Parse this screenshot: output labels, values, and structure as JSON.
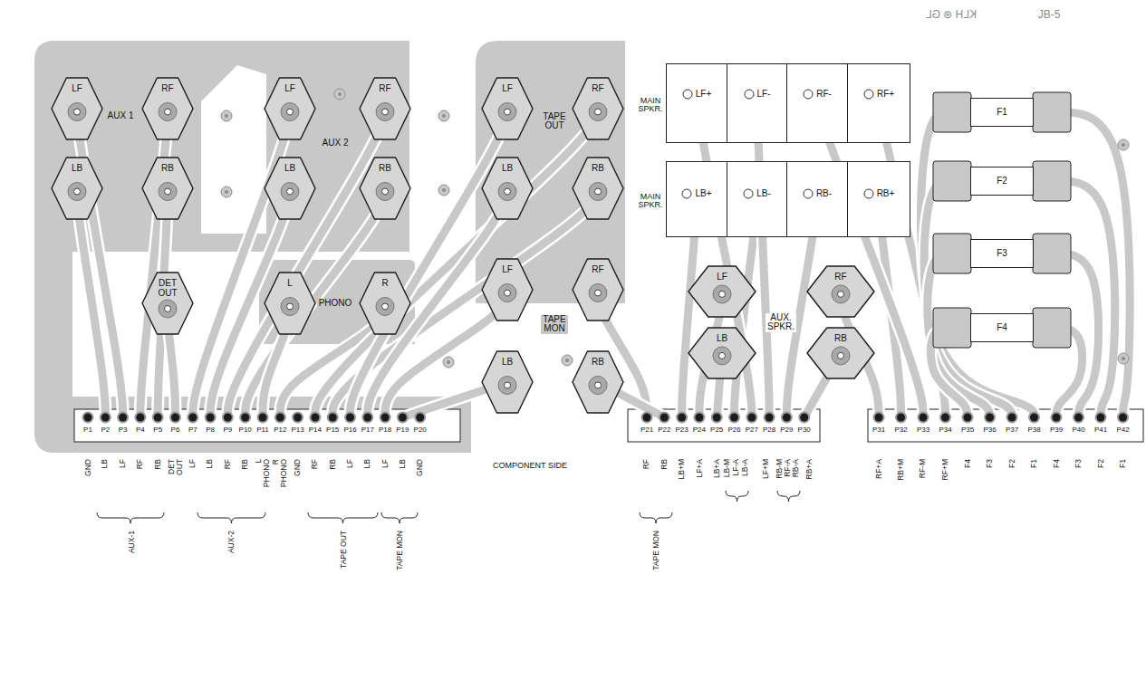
{
  "diagram": {
    "nodes": [
      {
        "text": [
          "LF"
        ]
      },
      {
        "text": [
          "RF"
        ]
      },
      {
        "text": [
          "LF"
        ]
      },
      {
        "text": [
          "RF"
        ]
      },
      {
        "text": [
          "LF"
        ]
      },
      {
        "text": [
          "RF"
        ]
      },
      {
        "text": [
          "LF+"
        ]
      },
      {
        "text": [
          "LF-"
        ]
      },
      {
        "text": [
          "RF-"
        ]
      },
      {
        "text": [
          "RF+"
        ]
      },
      {
        "text": [
          "F1"
        ]
      },
      {
        "text": [
          "LB"
        ]
      },
      {
        "text": [
          "RB"
        ]
      },
      {
        "text": [
          "LB"
        ]
      },
      {
        "text": [
          "RB"
        ]
      },
      {
        "text": [
          "LB"
        ]
      },
      {
        "text": [
          "RB"
        ]
      },
      {
        "text": [
          "LB+"
        ]
      },
      {
        "text": [
          "LB-"
        ]
      },
      {
        "text": [
          "RB-"
        ]
      },
      {
        "text": [
          "RB+"
        ]
      },
      {
        "text": [
          "F2"
        ]
      },
      {
        "text": [
          "DET OUT"
        ]
      },
      {
        "text": [
          "L"
        ]
      },
      {
        "text": [
          "R"
        ]
      },
      {
        "text": [
          "LF"
        ]
      },
      {
        "text": [
          "RF"
        ]
      },
      {
        "text": [
          "LF"
        ]
      },
      {
        "text": [
          "RF"
        ]
      },
      {
        "text": [
          "F3"
        ]
      },
      {
        "text": [
          "LB"
        ]
      },
      {
        "text": [
          "RB"
        ]
      },
      {
        "text": [
          "LB"
        ]
      },
      {
        "text": [
          "RB"
        ]
      },
      {
        "text": [
          "F4"
        ]
      }
    ],
    "labels": [
      "AUX 1",
      "AUX 2",
      "TAPE OUT",
      "PHONO",
      "TAPE MON",
      "MAIN SPKR.",
      "MAIN SPKR.",
      "AUX. SPKR.",
      "KLH ⊛ GL",
      "JB-5",
      "COMPONENT SIDE",
      "P1",
      "P2",
      "P3",
      "P4",
      "P5",
      "P6",
      "P7",
      "P8",
      "P9",
      "P10",
      "P11",
      "P12",
      "P13",
      "P14",
      "P15",
      "P16",
      "P17",
      "P18",
      "P19",
      "P20",
      "P21",
      "P22",
      "P23",
      "P24",
      "P25",
      "P26",
      "P27",
      "P28",
      "P29",
      "P30",
      "P31",
      "P32",
      "P33",
      "P34",
      "P35",
      "P36",
      "P37",
      "P38",
      "P39",
      "P40",
      "P41",
      "P42",
      "GND",
      "LB",
      "LF",
      "RF",
      "RB",
      "DET OUT",
      "LF",
      "LB",
      "RF",
      "RB",
      "L PHONO",
      "R PHONO",
      "GND",
      "RF",
      "RB",
      "LF",
      "LB",
      "LF",
      "LB",
      "GND",
      "AUX-1",
      "AUX-2",
      "TAPE OUT",
      "TAPE MON",
      "RF",
      "RB",
      "LB+M",
      "LF+A",
      "LB+A",
      "LB-M",
      "LF-A",
      "LB-A",
      "LF+M",
      "RB-M",
      "RF-A",
      "RB-A",
      "RB+A",
      "TAPE MON",
      "RF+A",
      "RB+M",
      "RF-M",
      "RF+M",
      "F4",
      "F3",
      "F2",
      "F1",
      "F4",
      "F3",
      "F2",
      "F1"
    ]
  }
}
